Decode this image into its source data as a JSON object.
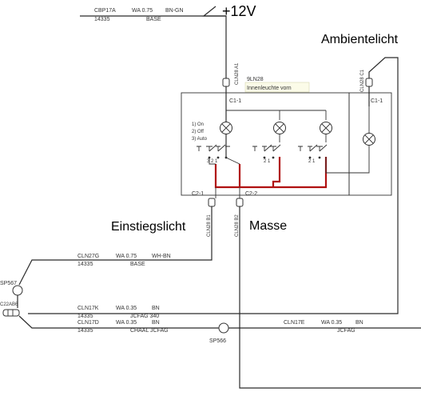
{
  "supply_label": "+12V",
  "labels": {
    "ambient": "Ambientelicht",
    "entry": "Einstiegslicht",
    "ground": "Masse"
  },
  "top_wire": {
    "circuit": "CBP17A",
    "code": "14335",
    "spec": "WA 0.75",
    "color": "BN-GN",
    "harness": "BASE"
  },
  "connectors": {
    "c1_left": "C1-1",
    "c1_right": "C1-1",
    "c2_left": "C2-1",
    "c2_right": "C2-2",
    "top_vertical": "CLN28 A1",
    "right_vertical": "CLN28 C1",
    "bottom_left_vertical": "CLN28 B1",
    "bottom_right_vertical": "CLN28 B2"
  },
  "component": {
    "id": "9LN28",
    "name": "Innenleuchte vorn"
  },
  "switch_modes": [
    "1) On",
    "2) Off",
    "3) Auto"
  ],
  "switch_pins": {
    "s1": "3 2 1",
    "s2": "2 1",
    "s3": "2 1"
  },
  "wire_clnz7g": {
    "circuit": "CLN27G",
    "code": "14335",
    "spec": "WA 0.75",
    "color": "WH-BN",
    "harness": "BASE"
  },
  "wire_cln17k": {
    "circuit": "CLN17K",
    "code": "14335",
    "spec": "WA 0.35",
    "color": "BN",
    "harness": "JCFAG 340"
  },
  "wire_cln17d": {
    "circuit": "CLN17D",
    "code": "14335",
    "spec": "WA 0.35",
    "color": "BN",
    "harness": "CHAAL JCFAG"
  },
  "wire_cln17e": {
    "circuit": "CLN17E",
    "spec": "WA 0.35",
    "color": "BN",
    "harness": "JCFAG"
  },
  "splices": {
    "sp567": "SP567",
    "sp566": "SP566",
    "c22": "C22AB6"
  }
}
